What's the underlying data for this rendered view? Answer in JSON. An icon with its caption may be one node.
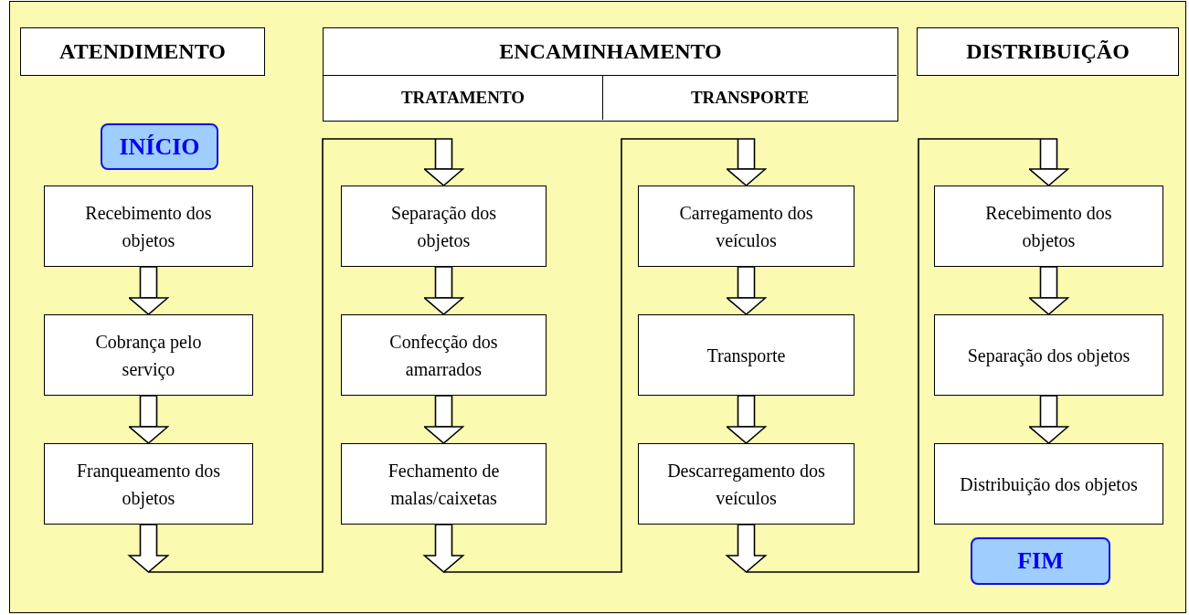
{
  "diagram": {
    "nodes": [
      {
        "text": [
          "ATENDIMENTO"
        ]
      },
      {
        "text": [
          "ENCAMINHAMENTO"
        ]
      },
      {
        "text": [
          "TRATAMENTO"
        ],
        "in": 1
      },
      {
        "text": [
          "TRANSPORTE"
        ],
        "in": 1
      },
      {
        "text": [
          "DISTRIBUIÇÃO"
        ]
      },
      {
        "text": [
          "INÍCIO"
        ]
      },
      {
        "text": [
          "Recebimento dos objetos"
        ]
      },
      {
        "text": [
          "Cobrança pelo serviço"
        ]
      },
      {
        "text": [
          "Franqueamento dos objetos"
        ]
      },
      {
        "text": [
          "Separação dos objetos"
        ]
      },
      {
        "text": [
          "Confecção dos amarrados"
        ]
      },
      {
        "text": [
          "Fechamento de malas/caixetas"
        ]
      },
      {
        "text": [
          "Carregamento dos veículos"
        ]
      },
      {
        "text": [
          "Transporte"
        ]
      },
      {
        "text": [
          "Descarregamento dos veículos"
        ]
      },
      {
        "text": [
          "Recebimento dos objetos"
        ]
      },
      {
        "text": [
          "Separação dos objetos"
        ]
      },
      {
        "text": [
          "Distribuição dos objetos"
        ]
      },
      {
        "text": [
          "FIM"
        ]
      }
    ],
    "edges": [
      {
        "from": 6,
        "to": 7,
        "arrow": "to"
      },
      {
        "from": 7,
        "to": 8,
        "arrow": "to"
      },
      {
        "from": 8,
        "to": 9,
        "arrow": "to"
      },
      {
        "from": 9,
        "to": 10,
        "arrow": "to"
      },
      {
        "from": 10,
        "to": 11,
        "arrow": "to"
      },
      {
        "from": 11,
        "to": 12,
        "arrow": "to"
      },
      {
        "from": 12,
        "to": 13,
        "arrow": "to"
      },
      {
        "from": 13,
        "to": 14,
        "arrow": "to"
      },
      {
        "from": 14,
        "to": 15,
        "arrow": "to"
      },
      {
        "from": 15,
        "to": 16,
        "arrow": "to"
      },
      {
        "from": 16,
        "to": 17,
        "arrow": "to"
      }
    ]
  }
}
